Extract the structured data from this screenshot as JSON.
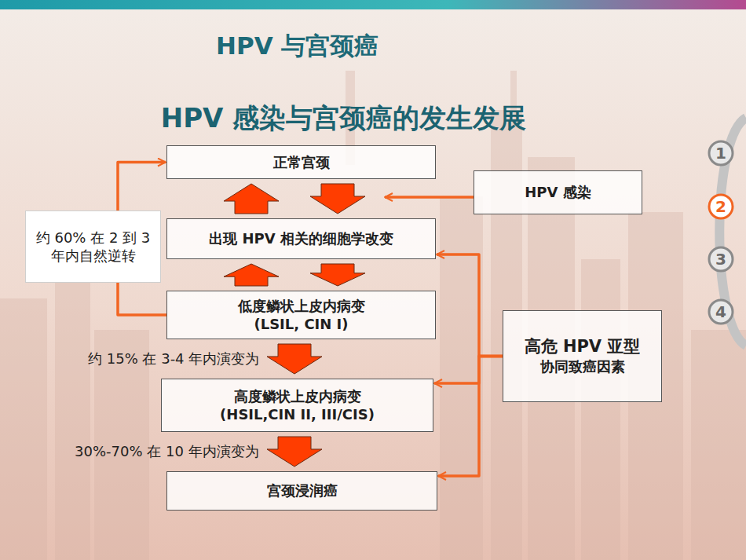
{
  "diagram": {
    "title": "HPV 感染与宫颈癌的发生发展",
    "nodes": [
      {
        "text": [
          "正常宫颈"
        ]
      },
      {
        "text": [
          "HPV 感染"
        ]
      },
      {
        "text": [
          "出现 HPV 相关的细胞学改变"
        ]
      },
      {
        "text": [
          "约 60% 在 2 到 3 年内自然逆转"
        ]
      },
      {
        "text": [
          "低度鳞状上皮内病变",
          "(LSIL, CIN I)"
        ]
      },
      {
        "text": [
          "高危 HPV 亚型",
          "协同致癌因素"
        ]
      },
      {
        "text": [
          "高度鳞状上皮内病变",
          "(HSIL,CIN II, III/CIS)"
        ]
      },
      {
        "text": [
          "宫颈浸润癌"
        ]
      },
      {
        "text": [
          "1"
        ]
      },
      {
        "text": [
          "2"
        ]
      },
      {
        "text": [
          "3"
        ]
      },
      {
        "text": [
          "4"
        ]
      }
    ],
    "edges": [
      {
        "from": 0,
        "to": 2,
        "arrow": "to"
      },
      {
        "from": 2,
        "to": 0,
        "arrow": "to"
      },
      {
        "from": 2,
        "to": 4,
        "arrow": "to"
      },
      {
        "from": 4,
        "to": 2,
        "arrow": "to"
      },
      {
        "from": 4,
        "to": 6,
        "arrow": "to",
        "label": "约 15% 在 3-4 年内演变为"
      },
      {
        "from": 6,
        "to": 7,
        "arrow": "to",
        "label": "30%-70% 在 10 年内演变为"
      },
      {
        "from": 4,
        "to": 0,
        "arrow": "to"
      },
      {
        "from": 5,
        "to": 2,
        "arrow": "to"
      },
      {
        "from": 5,
        "to": 6,
        "arrow": "to"
      },
      {
        "from": 5,
        "to": 7,
        "arrow": "to"
      }
    ],
    "labels": [
      "HPV 与宫颈癌"
    ]
  }
}
